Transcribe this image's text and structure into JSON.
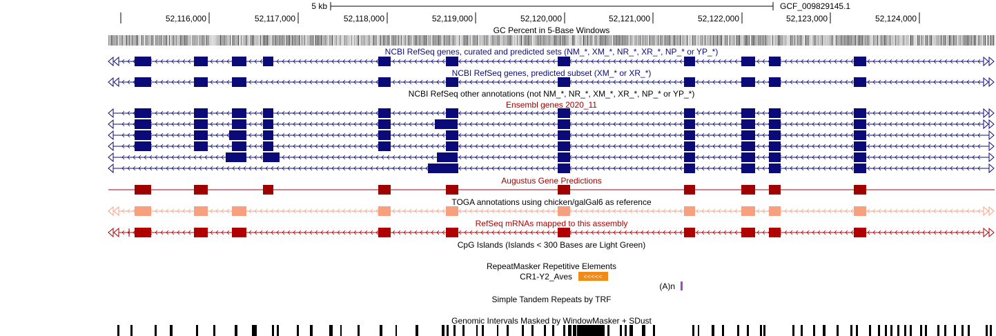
{
  "ruler": {
    "scale_label": "5 kb",
    "assembly": "GCF_009829145.1",
    "positions": [
      "52,116,000",
      "52,117,000",
      "52,118,000",
      "52,119,000",
      "52,120,000",
      "52,121,000",
      "52,122,000",
      "52,123,000",
      "52,124,000"
    ]
  },
  "tracks": {
    "gc_percent": "GC Percent in 5-Base Windows",
    "refseq_curated": "NCBI RefSeq genes, curated and predicted sets (NM_*, XM_*, NR_*, XR_*, NP_* or YP_*)",
    "refseq_predicted": "NCBI RefSeq genes, predicted subset (XM_* or XR_*)",
    "refseq_other": "NCBI RefSeq other annotations (not NM_*, NR_*, XM_*, XR_*, NP_* or YP_*)",
    "ensembl": "Ensembl genes 2020_11",
    "augustus": "Augustus Gene Predictions",
    "toga": "TOGA annotations using chicken/galGal6 as reference",
    "refseq_mrna": "RefSeq mRNAs mapped to this assembly",
    "cpg": "CpG Islands (Islands < 300 Bases are Light Green)",
    "repeatmasker": "RepeatMasker Repetitive Elements",
    "trf": "Simple Tandem Repeats by TRF",
    "windowmasker": "Genomic Intervals Masked by WindowMasker + SDust"
  },
  "repeats": {
    "cr1_name": "CR1-Y2_Aves",
    "cr1_arrows": "<<<<<",
    "polya_name": "(A)n"
  },
  "colors": {
    "ncbi": "#0a0a78",
    "ensembl_label": "#a00000",
    "augustus": "#a00000",
    "toga": "#f7a080",
    "mrna": "#b00000",
    "repeat_line1": "#f08a18",
    "repeat_simple": "#8a5a9a"
  }
}
